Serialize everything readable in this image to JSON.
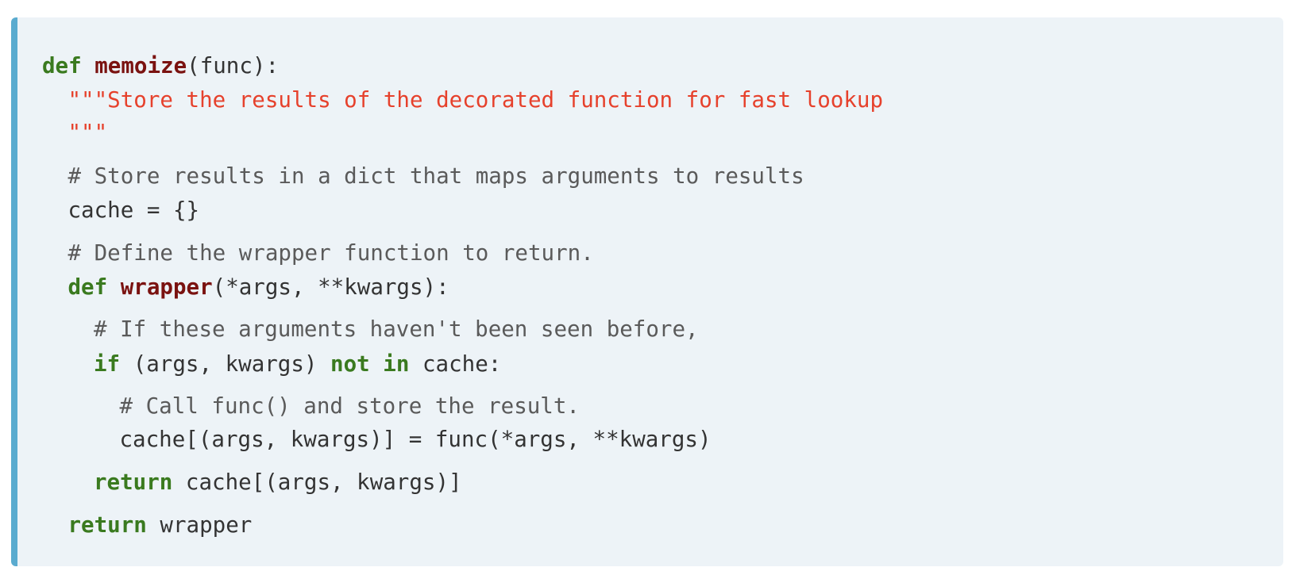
{
  "colors": {
    "background": "#edf3f7",
    "accent_bar": "#5aabcf",
    "keyword": "#3a7a1f",
    "function_name": "#7a1210",
    "string": "#e6412c",
    "comment": "#5a5a5a",
    "text": "#333333"
  },
  "code": {
    "l1_kw": "def",
    "l1_fn": "memoize",
    "l1_rest": "(func):",
    "l2_doc": "\"\"\"Store the results of the decorated function for fast lookup",
    "l3_doc": "\"\"\"",
    "l4_comment": "# Store results in a dict that maps arguments to results",
    "l5_code": "cache = {}",
    "l6_comment": "# Define the wrapper function to return.",
    "l7_kw": "def",
    "l7_fn": "wrapper",
    "l7_rest": "(*args, **kwargs):",
    "l8_comment": "# If these arguments haven't been seen before,",
    "l9_kw1": "if",
    "l9_mid": "(args, kwargs)",
    "l9_kw2": "not",
    "l9_kw3": "in",
    "l9_rest": "cache:",
    "l10_comment": "# Call func() and store the result.",
    "l11_code": "cache[(args, kwargs)] = func(*args, **kwargs)",
    "l12_kw": "return",
    "l12_rest": "cache[(args, kwargs)]",
    "l13_kw": "return",
    "l13_rest": "wrapper"
  }
}
